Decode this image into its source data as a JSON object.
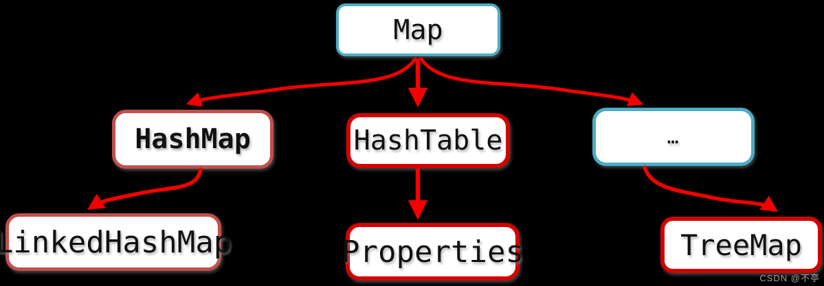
{
  "diagram": {
    "arrow_color": "#f40000",
    "nodes": [
      {
        "id": "map",
        "label": "Map",
        "border": "#4bacc6",
        "bold": false
      },
      {
        "id": "hashmap",
        "label": "HashMap",
        "border": "#c0504d",
        "bold": true
      },
      {
        "id": "hashtable",
        "label": "HashTable",
        "border": "#d40000",
        "bold": false
      },
      {
        "id": "others",
        "label": "…",
        "border": "#4bacc6",
        "bold": false
      },
      {
        "id": "linkedhashmap",
        "label": "LinkedHashMap",
        "border": "#c0504d",
        "bold": false
      },
      {
        "id": "properties",
        "label": "Properties",
        "border": "#d40000",
        "bold": false
      },
      {
        "id": "treemap",
        "label": "TreeMap",
        "border": "#d40000",
        "bold": false
      }
    ],
    "edges": [
      {
        "from": "map",
        "to": "hashmap"
      },
      {
        "from": "map",
        "to": "hashtable"
      },
      {
        "from": "map",
        "to": "others"
      },
      {
        "from": "hashmap",
        "to": "linkedhashmap"
      },
      {
        "from": "hashtable",
        "to": "properties"
      },
      {
        "from": "others",
        "to": "treemap"
      }
    ]
  },
  "watermark": {
    "text": "CSDN @不亭",
    "color": "#a3a3a3"
  }
}
